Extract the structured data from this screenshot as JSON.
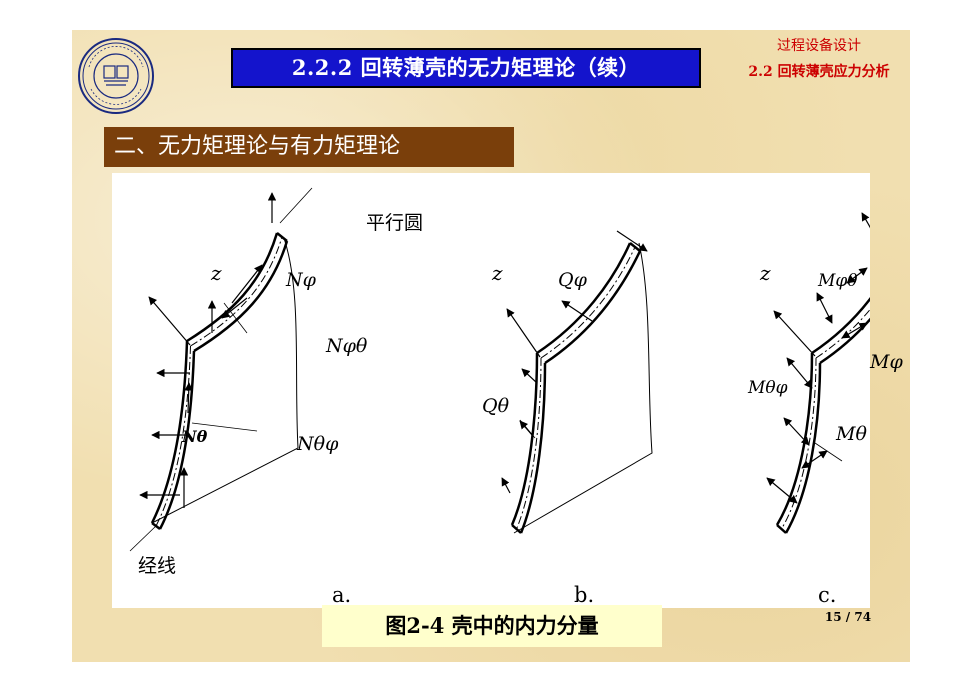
{
  "header": {
    "title": "2.2.2 回转薄壳的无力矩理论（续）",
    "course": "过程设备设计",
    "section": "2.2 回转薄壳应力分析",
    "logo_icon": "university-seal-icon"
  },
  "subtitle": "二、无力矩理论与有力矩理论",
  "figure": {
    "labels": {
      "parallel_circle": "平行圆",
      "meridian": "经线",
      "a": {
        "z": "z",
        "N_phi": "Nφ",
        "N_phi_theta": "Nφθ",
        "N_theta": "Nθ",
        "N_theta_phi": "Nθφ",
        "panel": "a."
      },
      "b": {
        "z": "z",
        "Q_phi": "Qφ",
        "Q_theta": "Qθ",
        "panel": "b."
      },
      "c": {
        "z": "z",
        "M_phi_theta": "Mφθ",
        "M_phi": "Mφ",
        "M_theta_phi": "Mθφ",
        "M_theta": "Mθ",
        "panel": "c."
      }
    }
  },
  "caption": "图2-4 壳中的内力分量",
  "page_number": "15 / 74",
  "colors": {
    "title_bg": "#1414cc",
    "subtitle_bg": "#7a3f0b",
    "accent_red": "#cc0000",
    "caption_bg": "#ffffcc",
    "slide_bg": "#f1dfb0"
  }
}
